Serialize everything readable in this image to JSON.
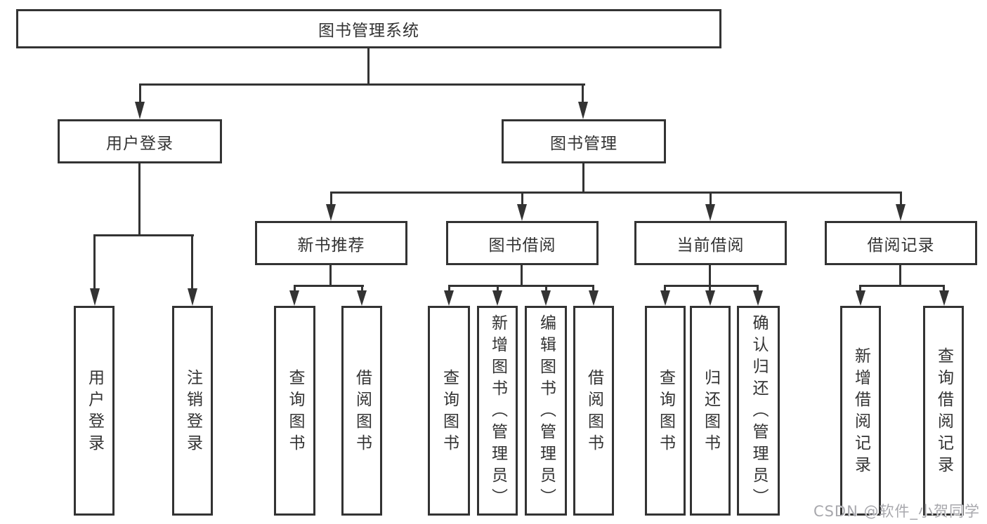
{
  "diagram": {
    "type": "hierarchy-tree",
    "tree": {
      "label": "图书管理系统",
      "children": [
        {
          "label": "用户登录",
          "children": [
            {
              "label": "用户登录"
            },
            {
              "label": "注销登录"
            }
          ]
        },
        {
          "label": "图书管理",
          "children": [
            {
              "label": "新书推荐",
              "children": [
                {
                  "label": "查询图书"
                },
                {
                  "label": "借阅图书"
                }
              ]
            },
            {
              "label": "图书借阅",
              "children": [
                {
                  "label": "查询图书"
                },
                {
                  "label": "新增图书（管理员）"
                },
                {
                  "label": "编辑图书（管理员）"
                },
                {
                  "label": "借阅图书"
                }
              ]
            },
            {
              "label": "当前借阅",
              "children": [
                {
                  "label": "查询图书"
                },
                {
                  "label": "归还图书"
                },
                {
                  "label": "确认归还（管理员）"
                }
              ]
            },
            {
              "label": "借阅记录",
              "children": [
                {
                  "label": "新增借阅记录"
                },
                {
                  "label": "查询借阅记录"
                }
              ]
            }
          ]
        }
      ]
    },
    "colors": {
      "line": "#333333",
      "text": "#333333",
      "background": "#ffffff",
      "watermark_gray": "#a8a8ad"
    }
  },
  "watermark": {
    "text": "CSDN @软件_小贺同学"
  }
}
